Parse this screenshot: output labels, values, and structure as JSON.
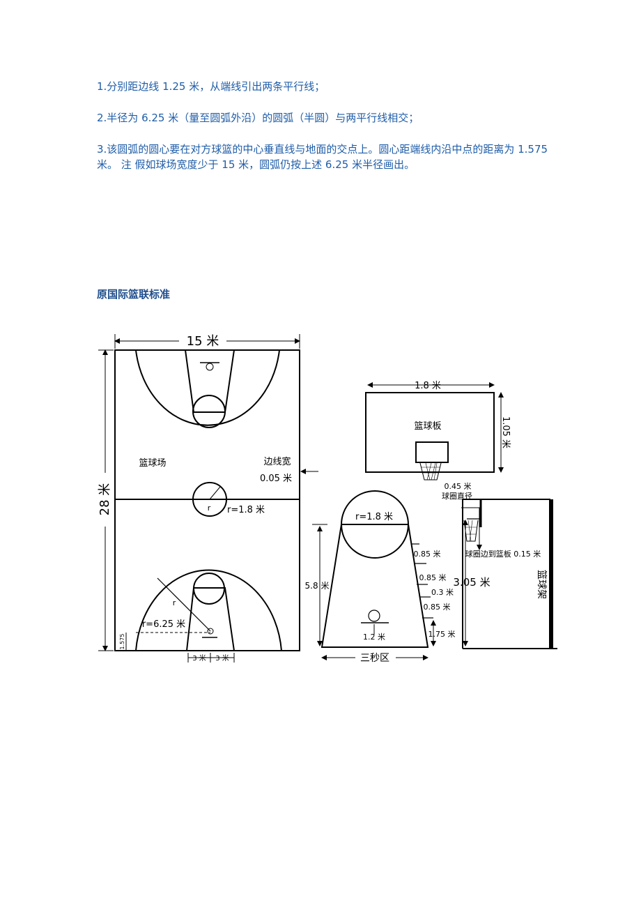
{
  "paragraphs": [
    "1.分别距边线 1.25 米，从端线引出两条平行线；",
    "2.半径为 6.25 米（量至圆弧外沿）的圆弧（半圆）与两平行线相交；",
    "3.该圆弧的圆心要在对方球篮的中心垂直线与地面的交点上。圆心距端线内沿中点的距离为 1.575 米。 注  假如球场宽度少于 15 米，圆弧仍按上述 6.25 米半径画出。"
  ],
  "heading": "原国际篮联标准",
  "diagram": {
    "court": {
      "width_label": "15 米",
      "length_label": "28 米",
      "court_label": "篮球场",
      "line_width_label_1": "边线宽",
      "line_width_label_2": "0.05 米",
      "center_r": "r",
      "center_r_value": "r=1.8 米",
      "arc_r": "r",
      "arc_r_value": "r=6.25 米",
      "small_dist": "1.575",
      "three_left": "3 米",
      "three_right": "3 米"
    },
    "backboard": {
      "width_label": "1.8 米",
      "height_label": "1.05 米",
      "name": "篮球板"
    },
    "key": {
      "circle_r": "r=1.8 米",
      "height": "5.8 米",
      "base": "1.2 米",
      "name": "三秒区",
      "m1": "0.85 米",
      "m2": "0.85 米",
      "m3": "0.3 米",
      "m4": "0.85 米",
      "m5": "1.75 米"
    },
    "hoop": {
      "diam_1": "0.45 米",
      "diam_2": "球圈直径",
      "edge": "球圈边到篮板 0.15 米",
      "height": "3.05 米",
      "stand": "篮球架"
    }
  }
}
